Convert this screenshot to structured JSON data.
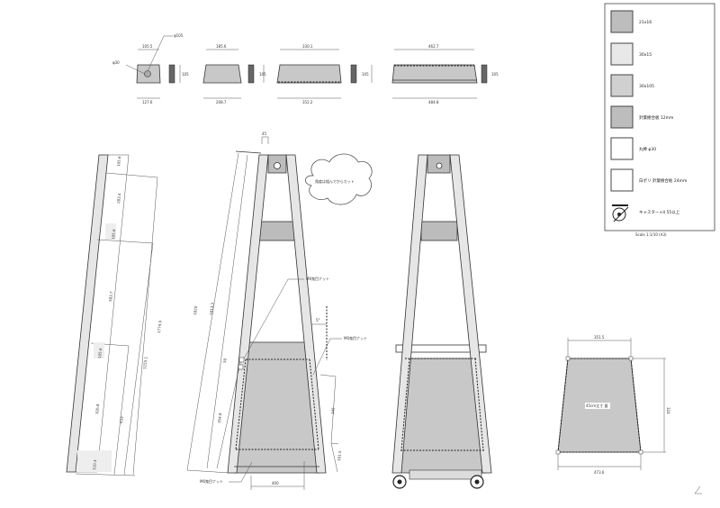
{
  "legend": {
    "items": [
      {
        "label": "21x16",
        "color": "#bdbdbd"
      },
      {
        "label": "30x15",
        "color": "#e8e8e8"
      },
      {
        "label": "30x105",
        "color": "#d0d0d0"
      },
      {
        "label": "針葉樹合板 12mm",
        "color": "#bdbdbd"
      },
      {
        "label": "丸棒 φ30",
        "color": "#ffffff"
      },
      {
        "label": "白ポリ 針葉樹合板 24mm",
        "color": "#ffffff"
      },
      {
        "label": "キャスター×4 55以上",
        "color": "#ffffff"
      }
    ],
    "scale": "Scale 1:1/10 (A3)"
  },
  "parts": [
    {
      "top": "105.5",
      "bottom": "127.6",
      "height": "105",
      "hole": "φ30",
      "hole_label": "φ105"
    },
    {
      "top": "185.6",
      "bottom": "208.7",
      "height": "105"
    },
    {
      "top": "330.1",
      "bottom": "352.2",
      "height": "105"
    },
    {
      "top": "462.7",
      "bottom": "484.8",
      "height": "105"
    }
  ],
  "side_board": {
    "dims": [
      "105.6",
      "283.4",
      "105.6",
      "583.7",
      "105.6",
      "326.8",
      "110.3",
      "1774.9",
      "1155.1",
      "633"
    ]
  },
  "front_view": {
    "top_width": "45",
    "dims": [
      "1820",
      "1813.3",
      "50",
      "354.8",
      "345",
      "161.5",
      "400"
    ],
    "angle": "5°",
    "nut_label_1": "M6鬼目ナット",
    "nut_label_2": "M6鬼目ナット",
    "nut_label_3": "M6鬼目ナット",
    "cloud_note": "角度は組んでからカット"
  },
  "panel": {
    "top": "351.5",
    "bottom": "473.6",
    "height": "324",
    "label": "45cm丈寸 量"
  }
}
